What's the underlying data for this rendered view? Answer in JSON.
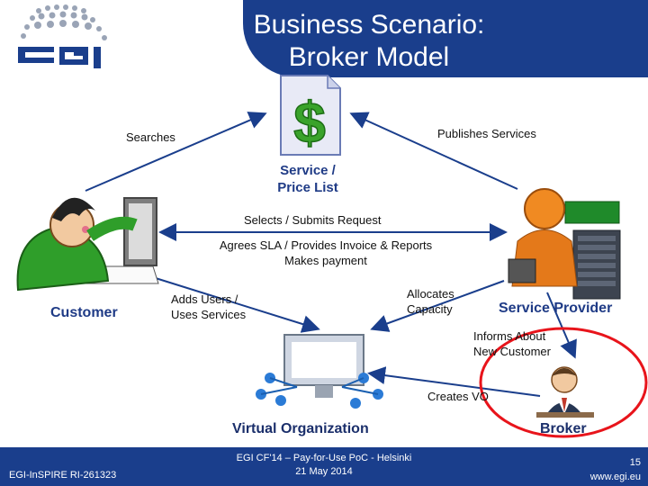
{
  "header": {
    "title_line1": "Business Scenario:",
    "title_line2": "Broker Model"
  },
  "diagram": {
    "service_price_list_line1": "Service /",
    "service_price_list_line2": "Price List",
    "searches": "Searches",
    "publishes_services": "Publishes Services",
    "selects_submits": "Selects / Submits Request",
    "agrees_sla": "Agrees SLA / Provides Invoice & Reports",
    "makes_payment": "Makes payment",
    "customer": "Customer",
    "service_provider": "Service Provider",
    "adds_users_line1": "Adds Users /",
    "adds_users_line2": "Uses Services",
    "allocates_line1": "Allocates",
    "allocates_line2": "Capacity",
    "informs_line1": "Informs About",
    "informs_line2": "New Customer",
    "creates_vo": "Creates VO",
    "virtual_org": "Virtual Organization",
    "broker": "Broker"
  },
  "footer": {
    "left": "EGI-InSPIRE RI-261323",
    "center_line1": "EGI CF'14 – Pay-for-Use PoC - Helsinki",
    "center_line2": "21 May 2014",
    "page": "15",
    "url": "www.egi.eu"
  },
  "colors": {
    "brand_blue": "#1a3e8c",
    "label_blue": "#1f3b86",
    "highlight_red": "#e8141b"
  }
}
